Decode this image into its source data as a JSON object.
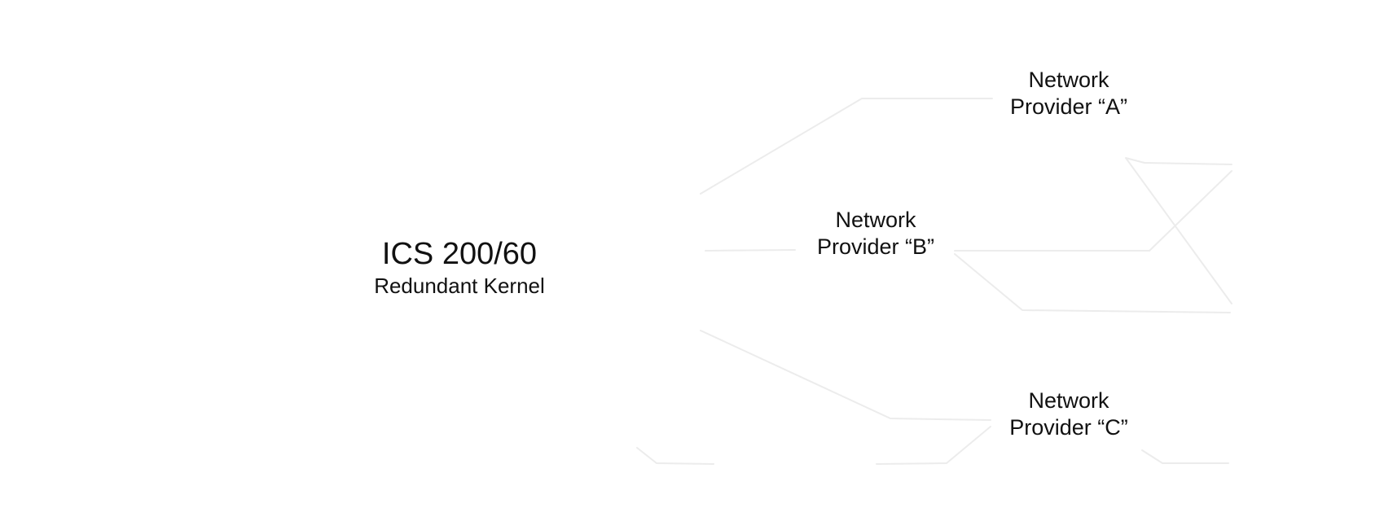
{
  "kernel": {
    "title": "ICS 200/60",
    "subtitle": "Redundant Kernel"
  },
  "providers": [
    {
      "line1": "Network",
      "line2": "Provider “A”"
    },
    {
      "line1": "Network",
      "line2": "Provider “B”"
    },
    {
      "line1": "Network",
      "line2": "Provider “C”"
    }
  ],
  "colors": {
    "text": "#111111",
    "connector": "#ececec",
    "background": "#ffffff"
  }
}
